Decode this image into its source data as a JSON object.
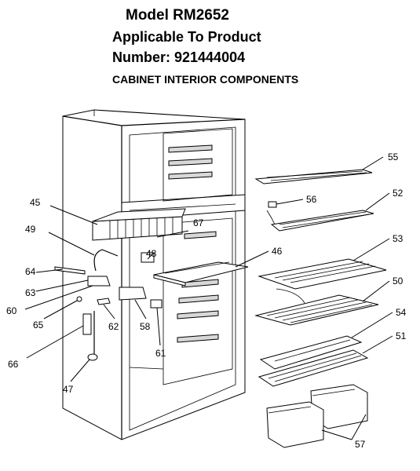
{
  "header": {
    "model": "Model RM2652",
    "applicable_line": "Applicable To Product",
    "number_line": "Number: 921444004",
    "section_title": "CABINET INTERIOR COMPONENTS"
  },
  "callouts": {
    "c45": "45",
    "c49": "49",
    "c64": "64",
    "c63": "63",
    "c60": "60",
    "c65": "65",
    "c66": "66",
    "c47": "47",
    "c48": "48",
    "c67": "67",
    "c62": "62",
    "c58": "58",
    "c61": "61",
    "c46": "46",
    "c55": "55",
    "c56": "56",
    "c52": "52",
    "c53": "53",
    "c50": "50",
    "c54": "54",
    "c51": "51",
    "c57": "57"
  }
}
